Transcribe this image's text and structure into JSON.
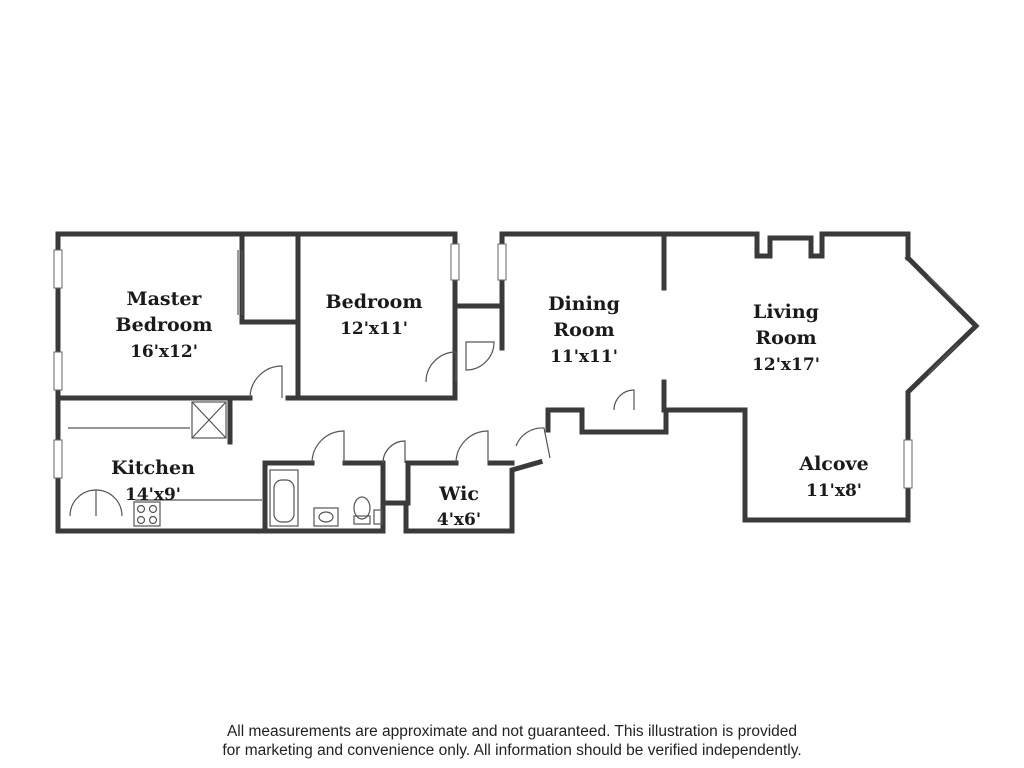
{
  "rooms": {
    "master_bedroom": {
      "name_line1": "Master",
      "name_line2": "Bedroom",
      "dims": "16'x12'"
    },
    "bedroom": {
      "name": "Bedroom",
      "dims": "12'x11'"
    },
    "dining_room": {
      "name_line1": "Dining",
      "name_line2": "Room",
      "dims": "11'x11'"
    },
    "living_room": {
      "name_line1": "Living",
      "name_line2": "Room",
      "dims": "12'x17'"
    },
    "kitchen": {
      "name": "Kitchen",
      "dims": "14'x9'"
    },
    "wic": {
      "name": "Wic",
      "dims": "4'x6'"
    },
    "alcove": {
      "name": "Alcove",
      "dims": "11'x8'"
    }
  },
  "disclaimer": {
    "line1": "All measurements are approximate and not guaranteed. This illustration is provided",
    "line2": "for marketing and convenience only. All information should be verified independently."
  },
  "colors": {
    "wall": "#3a3a3a",
    "background": "#ffffff"
  }
}
